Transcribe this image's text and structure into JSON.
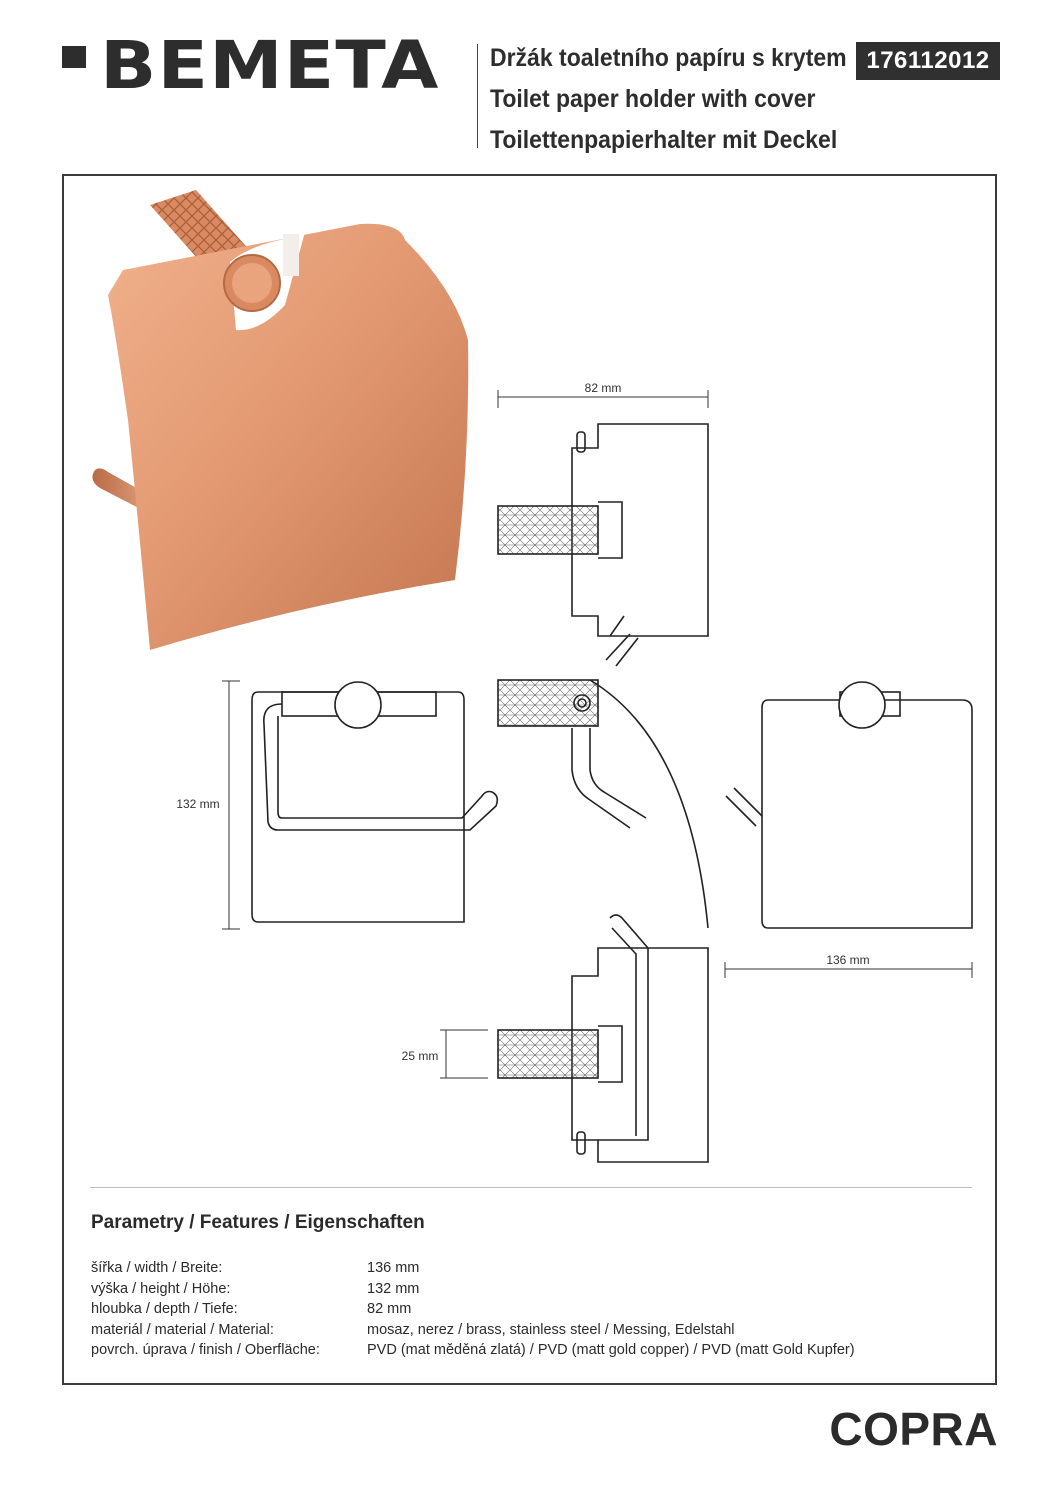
{
  "brand": {
    "logo_text": "BEMETA"
  },
  "header": {
    "title_cz": "Držák toaletního papíru s krytem",
    "title_en": "Toilet paper holder with cover",
    "title_de": "Toilettenpapierhalter mit Deckel",
    "product_code": "176112012"
  },
  "dimensions": {
    "depth": "82 mm",
    "height": "132 mm",
    "width": "136 mm",
    "base": "25 mm"
  },
  "features": {
    "title": "Parametry / Features / Eigenschaften",
    "rows": [
      {
        "label": "šířka / width / Breite:",
        "value": "136 mm"
      },
      {
        "label": "výška / height / Höhe:",
        "value": "132 mm"
      },
      {
        "label": "hloubka / depth / Tiefe:",
        "value": "82 mm"
      },
      {
        "label": "materiál / material / Material:",
        "value": "mosaz, nerez / brass, stainless steel / Messing, Edelstahl"
      },
      {
        "label": "povrch. úprava / finish / Oberfläche:",
        "value": "PVD (mat měděná zlatá) / PVD (matt gold copper) / PVD (matt Gold Kupfer)"
      }
    ]
  },
  "series_name": "COPRA",
  "colors": {
    "copper": "#d9895f",
    "dark": "#2d2d2d",
    "line": "#222222"
  }
}
